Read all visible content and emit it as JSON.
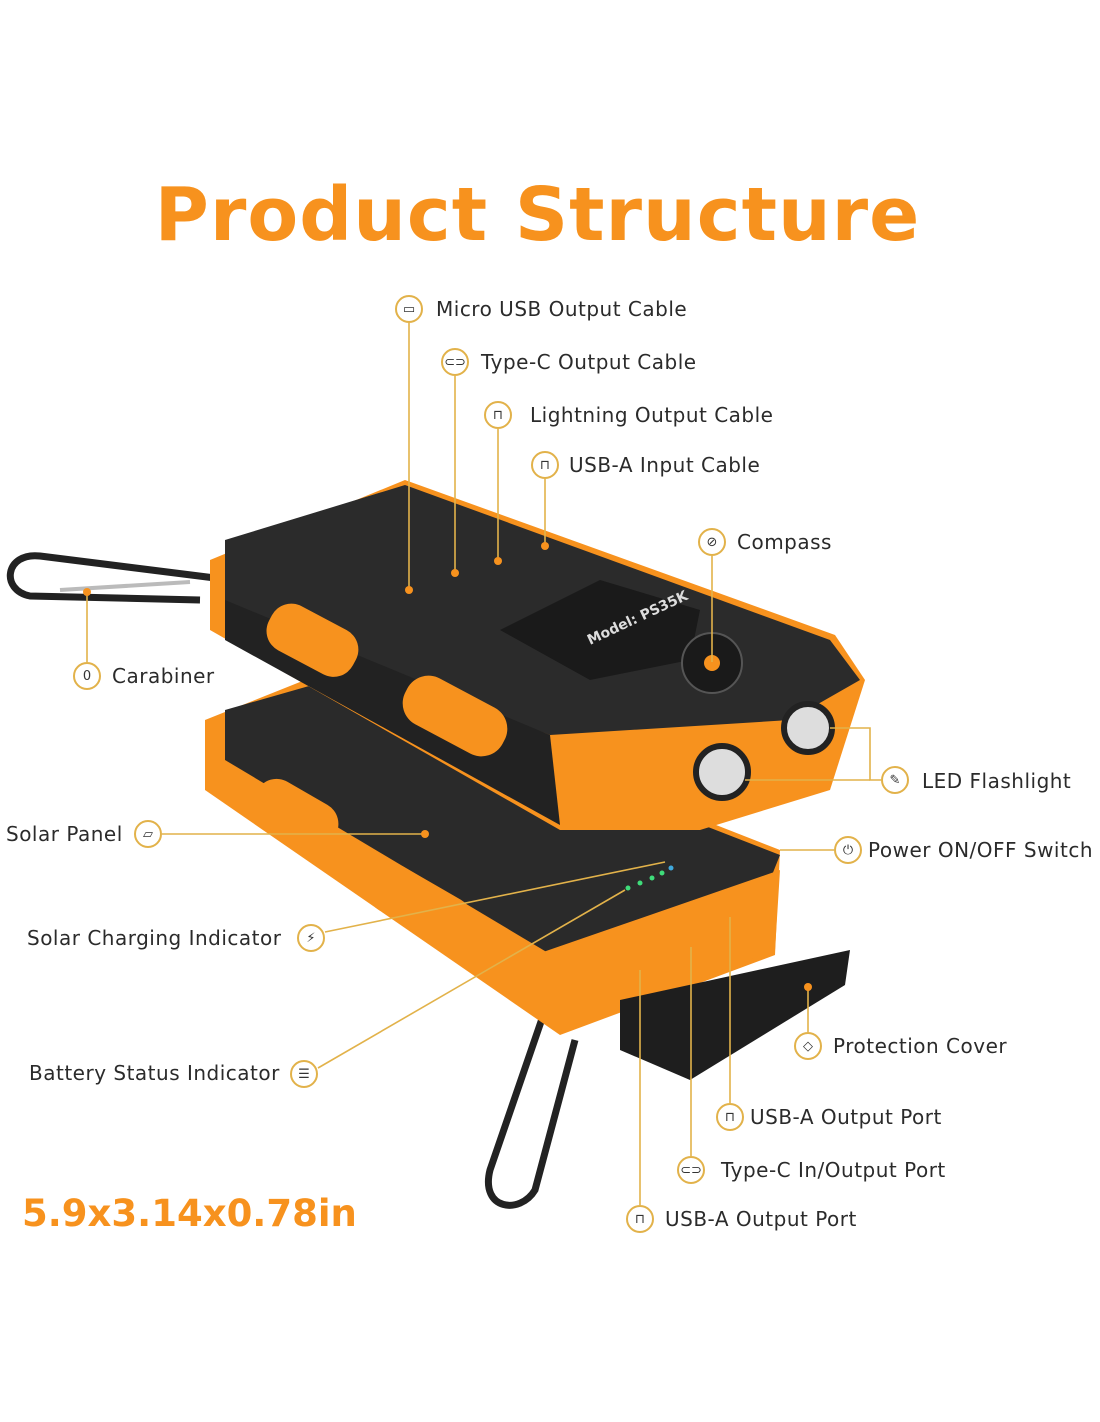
{
  "title": "Product Structure",
  "dimensions": "5.9x3.14x0.78in",
  "colors": {
    "accent": "#f7921e",
    "leader_line": "#e2b24a",
    "device_body": "#2a2a2a"
  },
  "device_label": {
    "model": "Model: PS35K"
  },
  "callouts": {
    "micro_usb": {
      "label": "Micro USB Output Cable",
      "icon": "micro-usb-icon"
    },
    "type_c_cable": {
      "label": "Type-C Output Cable",
      "icon": "type-c-icon"
    },
    "lightning": {
      "label": "Lightning Output Cable",
      "icon": "lightning-icon"
    },
    "usb_a_input": {
      "label": "USB-A Input Cable",
      "icon": "usb-a-icon"
    },
    "compass": {
      "label": "Compass",
      "icon": "compass-icon"
    },
    "carabiner": {
      "label": "Carabiner",
      "icon": "carabiner-icon"
    },
    "led": {
      "label": "LED Flashlight",
      "icon": "flashlight-icon"
    },
    "power": {
      "label": "Power ON/OFF Switch",
      "icon": "power-icon"
    },
    "solar_panel": {
      "label": "Solar Panel",
      "icon": "solar-panel-icon"
    },
    "solar_charging": {
      "label": "Solar Charging Indicator",
      "icon": "battery-charging-icon"
    },
    "battery_status": {
      "label": "Battery Status Indicator",
      "icon": "battery-status-icon"
    },
    "cover": {
      "label": "Protection Cover",
      "icon": "shield-icon"
    },
    "usb_a_out_1": {
      "label": "USB-A Output Port",
      "icon": "usb-a-icon"
    },
    "type_c_port": {
      "label": "Type-C In/Output Port",
      "icon": "type-c-icon"
    },
    "usb_a_out_2": {
      "label": "USB-A Output Port",
      "icon": "usb-a-icon"
    }
  }
}
